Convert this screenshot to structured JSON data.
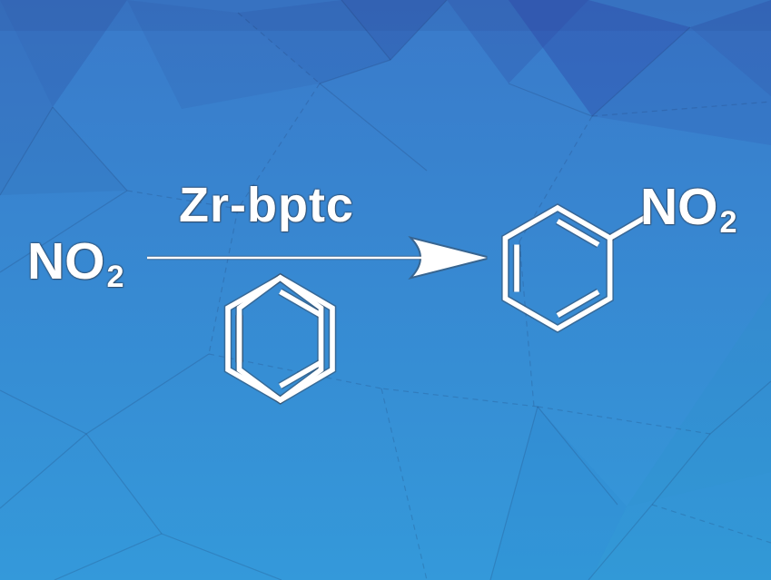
{
  "scheme": {
    "reactant_label": {
      "main": "NO",
      "sub": "2"
    },
    "catalyst_label": "Zr-bptc",
    "product_label": {
      "main": "NO",
      "sub": "2"
    }
  },
  "colors": {
    "structure": "#ffffff",
    "bg_top": "#3a7aca",
    "bg_bottom": "#3499da",
    "bg_dark_accent": "#3f63c0",
    "bg_teal_accent": "#2fa0d0"
  }
}
